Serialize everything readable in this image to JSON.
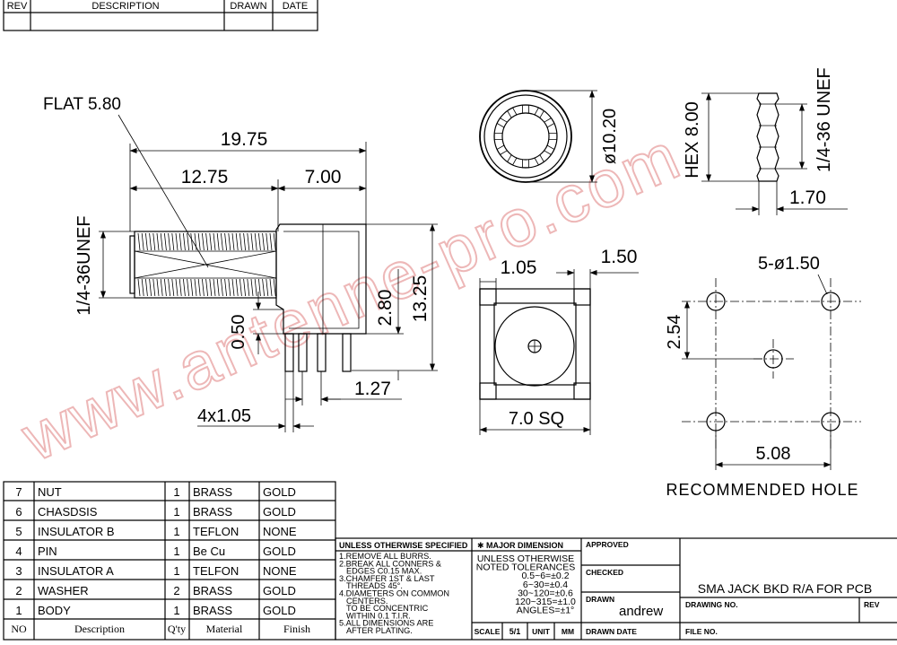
{
  "revision_table": {
    "headers": [
      "REV",
      "DESCRIPTION",
      "DRAWN",
      "DATE"
    ]
  },
  "side_view": {
    "flat_label": "FLAT 5.80",
    "dim_overall": "19.75",
    "dim_thread_len": "12.75",
    "dim_body": "7.00",
    "thread_label": "1/4-36UNEF",
    "dim_height": "13.25",
    "dim_280": "2.80",
    "dim_050": "0.50",
    "dim_127": "1.27",
    "dim_pin": "4x1.05"
  },
  "front_view": {
    "dim_dia": "ø10.20"
  },
  "nut_view": {
    "hex": "HEX 8.00",
    "thread": "1/4-36 UNEF",
    "thickness": "1.70"
  },
  "bottom_view": {
    "dim_105": "1.05",
    "dim_150": "1.50",
    "dim_sq": "7.0 SQ"
  },
  "hole_view": {
    "holes": "5-ø1.50",
    "dim_254": "2.54",
    "dim_508": "5.08",
    "title": "RECOMMENDED HOLE"
  },
  "bom": {
    "headers": [
      "NO",
      "Description",
      "Q'ty",
      "Material",
      "Finish"
    ],
    "rows": [
      [
        "7",
        "NUT",
        "1",
        "BRASS",
        "GOLD"
      ],
      [
        "6",
        "CHASDSIS",
        "1",
        "BRASS",
        "GOLD"
      ],
      [
        "5",
        "INSULATOR B",
        "1",
        "TEFLON",
        "NONE"
      ],
      [
        "4",
        "PIN",
        "1",
        "Be Cu",
        "GOLD"
      ],
      [
        "3",
        "INSULATOR A",
        "1",
        "TELFON",
        "NONE"
      ],
      [
        "2",
        "WASHER",
        "2",
        "BRASS",
        "GOLD"
      ],
      [
        "1",
        "BODY",
        "1",
        "BRASS",
        "GOLD"
      ]
    ]
  },
  "title_block": {
    "unless_header": "UNLESS OTHERWISE SPECIFIED",
    "notes": [
      "1.REMOVE ALL BURRS.",
      "2.BREAK ALL CONNERS &",
      "  EDGES C0.15 MAX.",
      "3.CHAMFER 1ST & LAST",
      "  THREADS 45°.",
      "4.DIAMETERS ON COMMON",
      "  CENTERS.",
      "  TO BE CONCENTRIC",
      "  WITHIN 0.1 T.I.R.",
      "5.ALL DIMENSIONS ARE",
      "  AFTER PLATING."
    ],
    "major_header": "✱ MAJOR DIMENSION",
    "tol_lines": [
      "UNLESS OTHERWISE",
      "NOTED TOLERANCES",
      "0.5~6=±0.2",
      "6~30=±0.4",
      "30~120=±0.6",
      "120~315=±1.0",
      "ANGLES=±1°"
    ],
    "scale_label": "SCALE",
    "scale_value": "5/1",
    "unit_label": "UNIT",
    "unit_value": "MM",
    "approved": "APPROVED",
    "checked": "CHECKED",
    "drawn": "DRAWN",
    "drawn_by": "andrew",
    "drawn_date": "DRAWN DATE",
    "part_title": "SMA JACK BKD R/A FOR PCB",
    "drawing_no": "DRAWING NO.",
    "rev": "REV",
    "file_no": "FILE NO."
  },
  "watermark": "www.antenne-pro.com"
}
